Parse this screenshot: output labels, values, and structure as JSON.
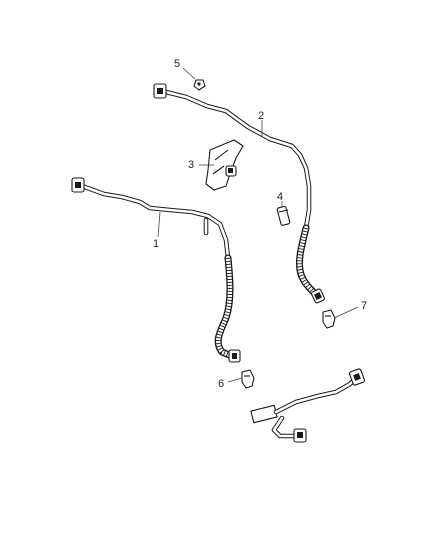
{
  "callouts": [
    {
      "id": "1",
      "label": "1"
    },
    {
      "id": "2",
      "label": "2"
    },
    {
      "id": "3",
      "label": "3"
    },
    {
      "id": "4",
      "label": "4"
    },
    {
      "id": "5",
      "label": "5"
    },
    {
      "id": "6",
      "label": "6"
    },
    {
      "id": "7",
      "label": "7"
    }
  ],
  "parts": [
    {
      "callout": "1",
      "icon": "fuel-line-assembly"
    },
    {
      "callout": "2",
      "icon": "fuel-line-assembly"
    },
    {
      "callout": "3",
      "icon": "mounting-bracket"
    },
    {
      "callout": "4",
      "icon": "sleeve"
    },
    {
      "callout": "5",
      "icon": "push-pin-clip"
    },
    {
      "callout": "6",
      "icon": "retainer-clip"
    },
    {
      "callout": "7",
      "icon": "retainer-clip"
    }
  ]
}
